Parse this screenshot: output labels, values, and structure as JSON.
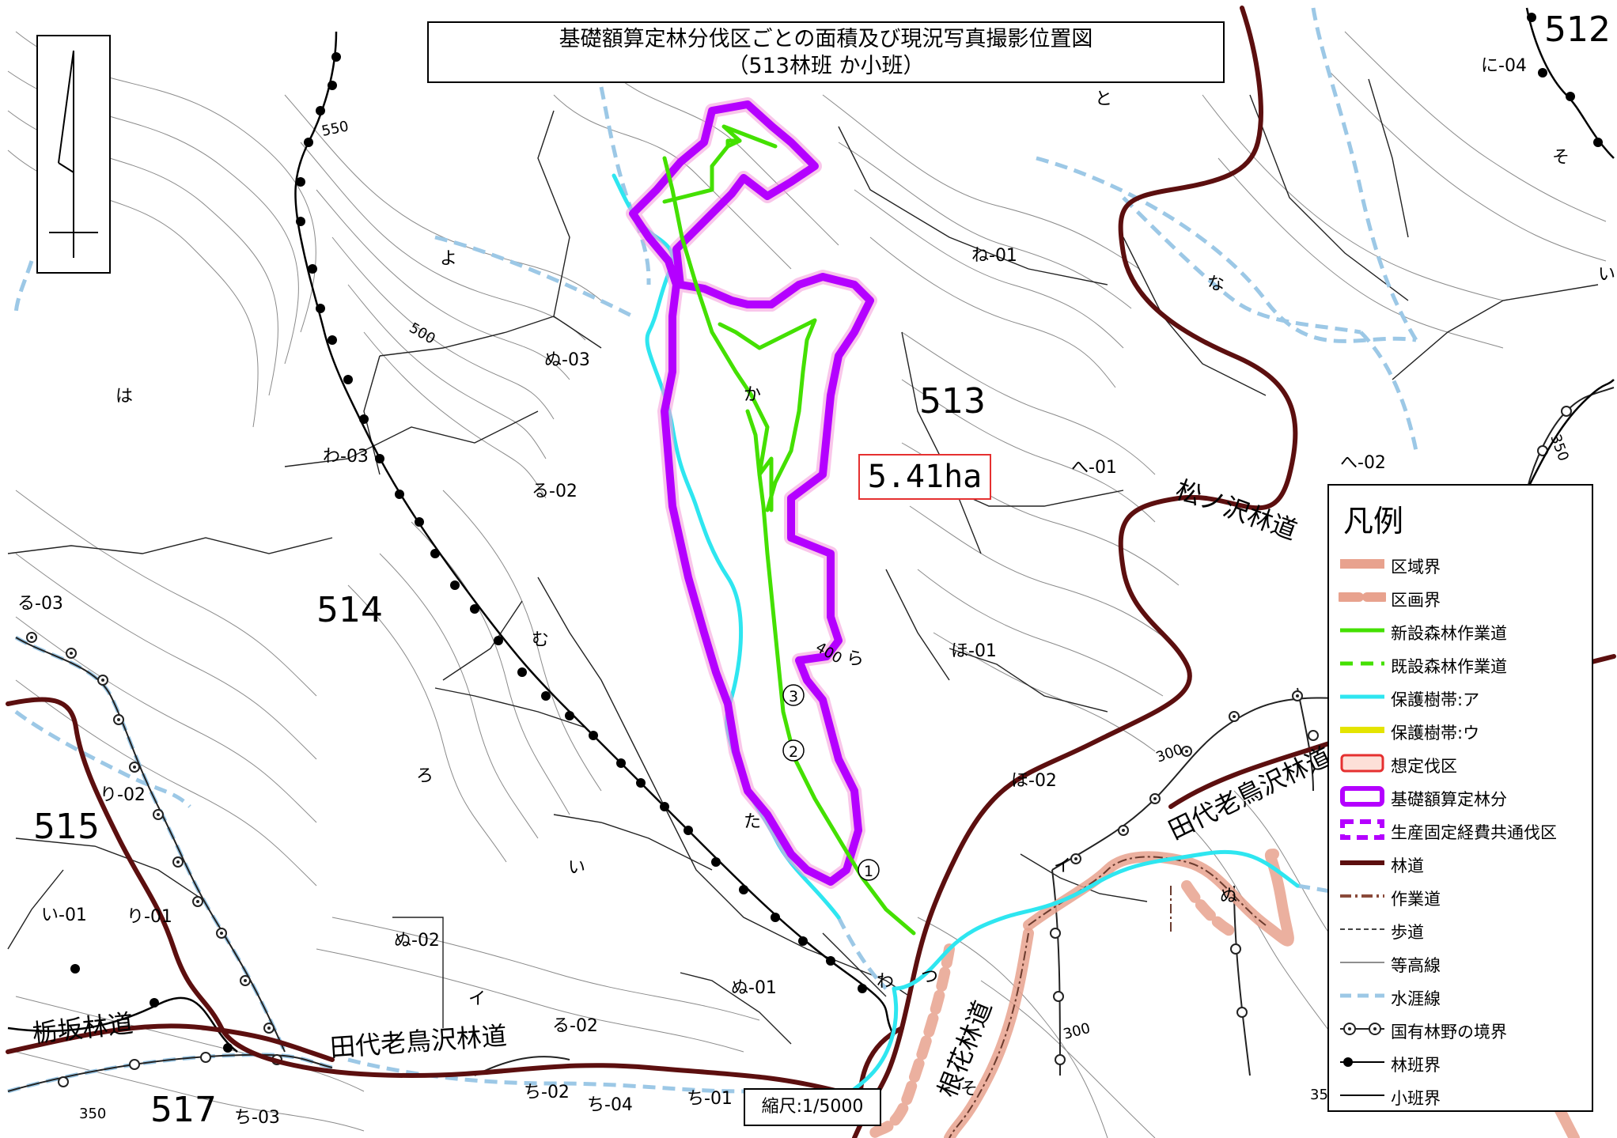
{
  "title": {
    "line1": "基礎額算定林分伐区ごとの面積及び現況写真撮影位置図",
    "line2": "（513林班 か小班）"
  },
  "area_label": "5.41ha",
  "scale_label": "縮尺:1/5000",
  "compartments": {
    "c512": "512",
    "c513": "513",
    "c514": "514",
    "c515": "515",
    "c517": "517"
  },
  "subcompartments": {
    "ni04": "に-04",
    "to": "と",
    "so1": "そ",
    "i1": "い",
    "ne01": "ね-01",
    "na": "な",
    "yo": "よ",
    "nu03": "ぬ-03",
    "ha": "は",
    "ka": "か",
    "wa03": "わ-03",
    "ru02": "る-02",
    "he01": "へ-01",
    "he02": "へ-02",
    "ru03": "る-03",
    "mu": "む",
    "ra": "ら",
    "ho01": "ほ-01",
    "ri02": "り-02",
    "ro": "ろ",
    "ho02": "ほ-02",
    "ta": "た",
    "i2": "い",
    "i_kata": "イ",
    "nu_h": "ぬ",
    "i01": "い-01",
    "ri01": "り-01",
    "nu02": "ぬ-02",
    "wa": "わ",
    "tsu": "つ",
    "nu01": "ぬ-01",
    "i_kata2": "イ",
    "ru02b": "る-02",
    "chi02": "ち-02",
    "chi04": "ち-04",
    "chi01": "ち-01",
    "chi03": "ち-03",
    "so2": "そ"
  },
  "contour_labels": {
    "c550": "550",
    "c500": "500",
    "c400": "400",
    "c350a": "350",
    "c300a": "300",
    "c300b": "300",
    "c350b": "350",
    "c350c": "35"
  },
  "road_names": {
    "matsunosawa": "松ノ沢林道",
    "tashiro_oitorisawa_right": "田代老鳥沢林道",
    "tochisaka": "栃坂林道",
    "tashiro_oitorisawa_bottom": "田代老鳥沢林道",
    "nebana": "根花林道"
  },
  "photo_points": [
    "1",
    "2",
    "3"
  ],
  "legend": {
    "title": "凡例",
    "items": [
      {
        "label": "区域界",
        "symbol": "thick-salmon"
      },
      {
        "label": "区画界",
        "symbol": "dash-salmon"
      },
      {
        "label": "新設森林作業道",
        "symbol": "green-solid"
      },
      {
        "label": "既設森林作業道",
        "symbol": "green-dash"
      },
      {
        "label": "保護樹帯:ア",
        "symbol": "cyan-solid"
      },
      {
        "label": "保護樹帯:ウ",
        "symbol": "yellow-solid"
      },
      {
        "label": "想定伐区",
        "symbol": "red-box"
      },
      {
        "label": "基礎額算定林分",
        "symbol": "purple-box"
      },
      {
        "label": "生産固定経費共通伐区",
        "symbol": "purple-dash-box"
      },
      {
        "label": "林道",
        "symbol": "maroon-solid"
      },
      {
        "label": "作業道",
        "symbol": "maroon-dashdot"
      },
      {
        "label": "歩道",
        "symbol": "black-dash"
      },
      {
        "label": "等高線",
        "symbol": "grey-thin"
      },
      {
        "label": "水涯線",
        "symbol": "lightblue-dash"
      },
      {
        "label": "国有林野の境界",
        "symbol": "circle-dot"
      },
      {
        "label": "林班界",
        "symbol": "black-dot-line"
      },
      {
        "label": "小班界",
        "symbol": "black-line"
      }
    ]
  },
  "colors": {
    "purple": "#b400ff",
    "pink_halo": "#f5a0dc",
    "green": "#44e000",
    "cyan": "#2ee6f0",
    "maroon": "#5c0f0f",
    "salmon": "#e8a28e",
    "water": "#9cc8e6",
    "contour": "#6a6a6a"
  }
}
